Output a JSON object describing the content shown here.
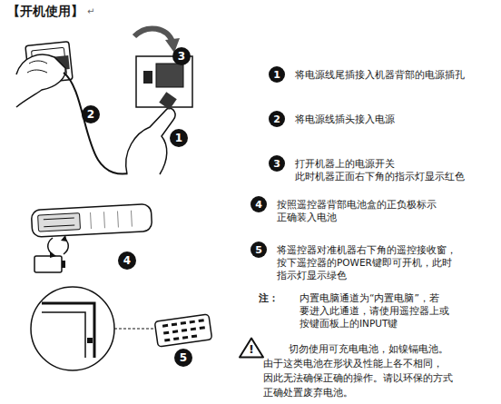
{
  "diagram": {
    "title": "【开机使用】",
    "nodes": [
      {
        "text": [
          "3"
        ]
      },
      {
        "text": [
          "1"
        ]
      },
      {
        "text": [
          "2"
        ]
      },
      {
        "text": [
          "2"
        ]
      },
      {
        "text": [
          "1"
        ]
      },
      {
        "text": [
          "3"
        ]
      },
      {
        "text": [
          "4"
        ]
      },
      {
        "text": [
          "4"
        ]
      },
      {
        "text": [
          "5"
        ]
      },
      {
        "text": [
          "!"
        ]
      },
      {
        "text": [
          "5"
        ]
      }
    ],
    "labels": [
      "↵",
      "将电源线尾插接入机器背部的电源插孔",
      "将电源线插头接入电源",
      "打开机器上的电源开关 此时机器正面右下角的指示灯显示红色",
      "按照遥控器背部电池盒的正负极标示 正确装入电池",
      "将遥控器对准机器右下角的遥控接收窗， 按下遥控器的POWER键即可开机，此时 指示灯显示绿色",
      "注：",
      "内置电脑通道为“内置电脑”，若 要进入此通道，请使用遥控器上或 按键面板上的INPUT键",
      "切勿使用可充电电池，如镍镉电池。 由于这类电池在形状及性能上各不相同， 因此无法确保正确的操作。请以环保的方式 正确处置废弃电池。"
    ]
  }
}
